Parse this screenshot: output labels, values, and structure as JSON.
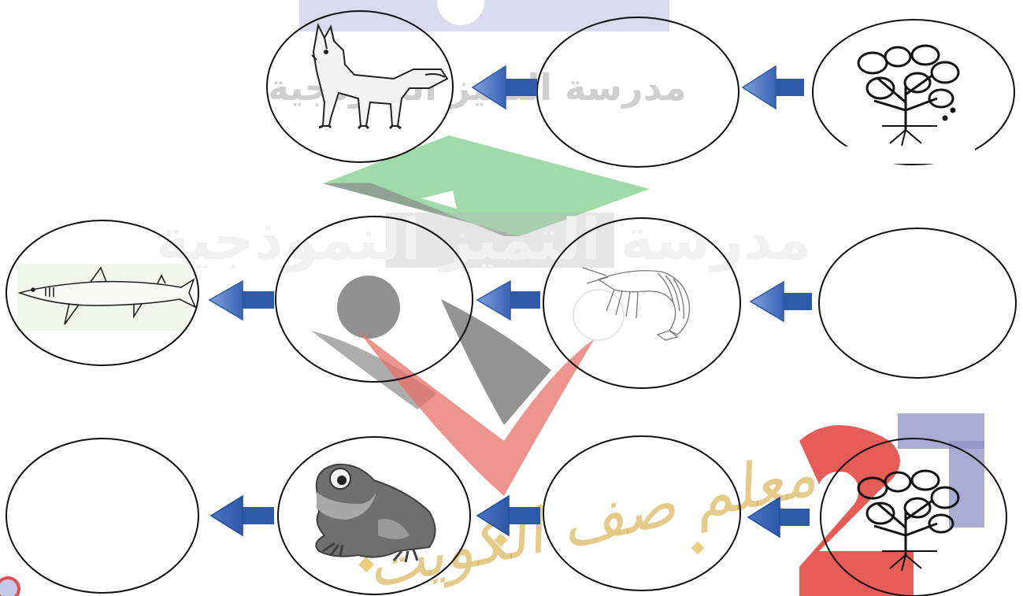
{
  "watermark": {
    "school_name": "مدرسة التميز النموذجية",
    "school_name_faint": "مدرسة التميز النموذجية",
    "handwriting": "معلم صف الكويت",
    "colors": {
      "cap": "#7fcf90",
      "cap_dark": "#6b6b6b",
      "figure": "#5a5a5a",
      "red": "#e0403a",
      "purple": "#7d7fbd",
      "gold": "#d6a63a"
    }
  },
  "food_chains": [
    {
      "name": "chain-1",
      "nodes": [
        {
          "icon": "plant-icon",
          "label": ""
        },
        {
          "icon": "",
          "label": ""
        },
        {
          "icon": "fox-icon",
          "label": ""
        }
      ]
    },
    {
      "name": "chain-2",
      "nodes": [
        {
          "icon": "",
          "label": ""
        },
        {
          "icon": "shrimp-icon",
          "label": ""
        },
        {
          "icon": "",
          "label": ""
        },
        {
          "icon": "shark-icon",
          "label": ""
        }
      ]
    },
    {
      "name": "chain-3",
      "nodes": [
        {
          "icon": "plant-icon",
          "label": ""
        },
        {
          "icon": "",
          "label": ""
        },
        {
          "icon": "frog-icon",
          "label": ""
        },
        {
          "icon": "",
          "label": ""
        }
      ]
    }
  ],
  "arrow_color_light": "#6d8fd0",
  "arrow_color_dark": "#3a63b5"
}
